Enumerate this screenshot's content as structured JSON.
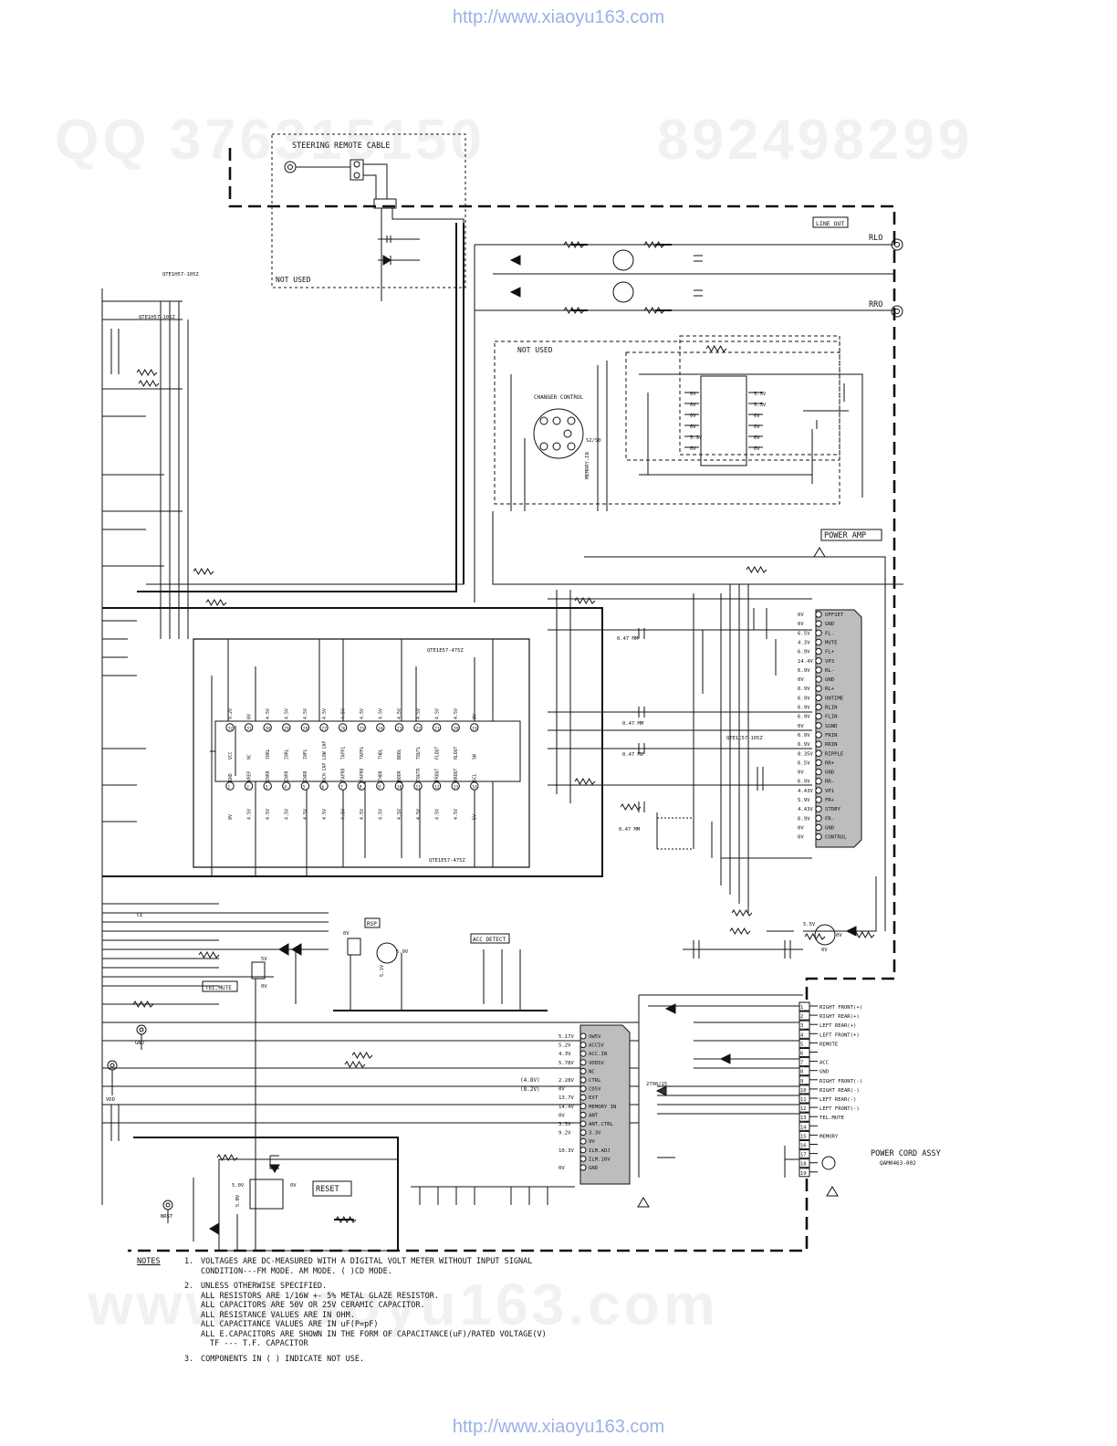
{
  "header_url": "http://www.xiaoyu163.com",
  "footer_url": "http://www.xiaoyu163.com",
  "watermarks": {
    "qq": "QQ 376315150",
    "phone": "892498299",
    "bottom": "www.xiaoyu163.com"
  },
  "labels": {
    "steering_remote_cable": "STEERING REMOTE CABLE",
    "not_used_1": "NOT USED",
    "not_used_2": "NOT USED",
    "line_out": "LINE OUT",
    "rlo": "RLO",
    "rro": "RRO",
    "changer_control": "CHANGER CONTROL",
    "power_amp": "POWER AMP",
    "reset": "RESET",
    "tel_mute": "TEL.MUTE",
    "rsp": "RSP",
    "acc_detect": "ACC DETECT",
    "power_cord_assy": "POWER CORD ASSY",
    "power_cord_part": "QAM0463-002",
    "gnd": "GND",
    "vdd": "VDD",
    "nrst": "NRST",
    "qte_top": "QTE1H57-105Z",
    "qte_top2": "QTE1H57-105Z",
    "qte_475_top": "QTE1E57-475Z",
    "qte_475_bot": "QTE1E57-475Z",
    "qte_pa": "QTE1C57-105Z",
    "mem_in": "MEMORY.IN",
    "s2_s0": "S2/S0",
    "cap_047a": "0.47 MM",
    "cap_047b": "0.47 MM",
    "cap_047c": "0.47 MM",
    "cap_047d": "0.47 MM",
    "chip_2700": "2700/15",
    "ce": "CE"
  },
  "amp_ic": {
    "top_pins": [
      "VCC",
      "NC",
      "INRL",
      "INRL",
      "INFL",
      "LOW CAP",
      "TAPFL",
      "TAPFL",
      "THOL",
      "BOOL",
      "TOUTL",
      "FLOUT",
      "RLOUT",
      "SW"
    ],
    "top_volts": [
      "9.2V",
      "0V",
      "4.5V",
      "4.5V",
      "4.5V",
      "4.5V",
      "4.5V",
      "4.5V",
      "4.5V",
      "4.5V",
      "4.5V",
      "4.5V",
      "4.5V",
      "0V"
    ],
    "top_nums": [
      "32",
      "31",
      "30",
      "29",
      "28",
      "27",
      "26",
      "25",
      "24",
      "23",
      "22",
      "21",
      "20",
      "19"
    ],
    "bot_pins": [
      "GND",
      "VREF",
      "INRR",
      "INRR",
      "INRR",
      "NCH CAP",
      "TAPRR",
      "TAPRR",
      "THOR",
      "BOOR",
      "TOUTR",
      "FROUT",
      "RROUT",
      "SCL"
    ],
    "bot_volts": [
      "0V",
      "4.5V",
      "4.5V",
      "4.5V",
      "4.5V",
      "4.5V",
      "4.5V",
      "4.5V",
      "4.5V",
      "4.5V",
      "4.5V",
      "4.5V",
      "4.5V",
      "5V"
    ],
    "bot_nums": [
      "1",
      "2",
      "3",
      "4",
      "5",
      "6",
      "7",
      "8",
      "9",
      "10",
      "11",
      "12",
      "13",
      "14"
    ]
  },
  "power_amp_pins": [
    {
      "v": "0V",
      "name": "OFFSET"
    },
    {
      "v": "0V",
      "name": "GND"
    },
    {
      "v": "6.5V",
      "name": "FL-"
    },
    {
      "v": "4.3V",
      "name": "MUTE"
    },
    {
      "v": "6.9V",
      "name": "FL+"
    },
    {
      "v": "14.4V",
      "name": "VP3"
    },
    {
      "v": "6.9V",
      "name": "RL-"
    },
    {
      "v": "0V",
      "name": "GND"
    },
    {
      "v": "6.9V",
      "name": "RL+"
    },
    {
      "v": "6.9V",
      "name": "ONTIME"
    },
    {
      "v": "6.9V",
      "name": "RLIN"
    },
    {
      "v": "6.9V",
      "name": "FLIN"
    },
    {
      "v": "0V",
      "name": "SGND"
    },
    {
      "v": "6.9V",
      "name": "FRIN"
    },
    {
      "v": "6.9V",
      "name": "RRIN"
    },
    {
      "v": "8.35V",
      "name": "RIPPLE"
    },
    {
      "v": "6.5V",
      "name": "RR+"
    },
    {
      "v": "0V",
      "name": "GND"
    },
    {
      "v": "6.9V",
      "name": "RR-"
    },
    {
      "v": "4.43V",
      "name": "VP1"
    },
    {
      "v": "5.9V",
      "name": "FR+"
    },
    {
      "v": "4.43V",
      "name": "STDBY"
    },
    {
      "v": "6.9V",
      "name": "FR-"
    },
    {
      "v": "0V",
      "name": "GND"
    },
    {
      "v": "0V",
      "name": "CONTROL"
    }
  ],
  "reg_pins": [
    {
      "v": "5.17V",
      "name": "SW5V"
    },
    {
      "v": "5.2V",
      "name": "ACC5V"
    },
    {
      "v": "4.3V",
      "name": "ACC.IN"
    },
    {
      "v": "5.78V",
      "name": "VDD5V"
    },
    {
      "v": "",
      "name": "NC"
    },
    {
      "v": "2.28V",
      "name": "CTRL"
    },
    {
      "v": "0V",
      "name": "CD5V"
    },
    {
      "v": "13.7V",
      "name": "EXT"
    },
    {
      "v": "14.4V",
      "name": "MEMORY IN"
    },
    {
      "v": "0V",
      "name": "ANT"
    },
    {
      "v": "3.3V",
      "name": "ANT.CTRL"
    },
    {
      "v": "9.2V",
      "name": "3.3V"
    },
    {
      "v": "",
      "name": "9V"
    },
    {
      "v": "10.3V",
      "name": "ILM.ADJ"
    },
    {
      "v": "",
      "name": "ILM.10V"
    },
    {
      "v": "0V",
      "name": "GND"
    }
  ],
  "reg_side": [
    "(4.8V)",
    "(8.2V)"
  ],
  "connector_pins": [
    {
      "n": "1",
      "name": "RIGHT FRONT(+)"
    },
    {
      "n": "2",
      "name": "RIGHT REAR(+)"
    },
    {
      "n": "3",
      "name": "LEFT REAR(+)"
    },
    {
      "n": "4",
      "name": "LEFT FRONT(+)"
    },
    {
      "n": "5",
      "name": "REMOTE"
    },
    {
      "n": "6",
      "name": ""
    },
    {
      "n": "7",
      "name": "ACC"
    },
    {
      "n": "8",
      "name": "GND"
    },
    {
      "n": "9",
      "name": "RIGHT FRONT(-)"
    },
    {
      "n": "10",
      "name": "RIGHT REAR(-)"
    },
    {
      "n": "11",
      "name": "LEFT REAR(-)"
    },
    {
      "n": "12",
      "name": "LEFT FRONT(-)"
    },
    {
      "n": "13",
      "name": "TEL.MUTE"
    },
    {
      "n": "14",
      "name": ""
    },
    {
      "n": "15",
      "name": "MEMORY"
    },
    {
      "n": "16",
      "name": ""
    },
    {
      "n": "17",
      "name": ""
    },
    {
      "n": "18",
      "name": ""
    },
    {
      "n": "19",
      "name": ""
    }
  ],
  "opamp_left_v": [
    "0V",
    "0V",
    "0V",
    "6V",
    "5.9V",
    "6V"
  ],
  "opamp_right_v": [
    "5.5V",
    "5.5V",
    "0V",
    "0V",
    "6V",
    "6V"
  ],
  "reset_v": [
    "5.0V",
    "0V",
    "5.0V"
  ],
  "misc_v": {
    "tel_5v": "5V",
    "tel_0v": "0V",
    "rsp_0v": "0V",
    "rsp_59": "5.9V",
    "rsp_51": "5.1V",
    "q_55": "5.5V",
    "q_0v": "0V",
    "q_0v2": "0V"
  },
  "notes": {
    "heading": "NOTES",
    "n1_num": "1.",
    "n1_a": "VOLTAGES ARE DC-MEASURED WITH A DIGITAL VOLT METER WITHOUT INPUT SIGNAL",
    "n1_b": "CONDITION---FM MODE.     AM MODE.  (  )CD MODE.",
    "n2_num": "2.",
    "n2_a": "UNLESS OTHERWISE SPECIFIED.",
    "n2_b": "ALL RESISTORS ARE 1/16W +- 5% METAL GLAZE RESISTOR.",
    "n2_c": "ALL CAPACITORS ARE 50V OR 25V CERAMIC CAPACITOR.",
    "n2_d": "ALL RESISTANCE VALUES ARE IN OHM.",
    "n2_e": "ALL CAPACITANCE VALUES ARE IN uF(P=pF)",
    "n2_f": "ALL E.CAPACITORS ARE SHOWN IN THE FORM OF CAPACITANCE(uF)/RATED VOLTAGE(V)",
    "n2_g": "TF --- T.F. CAPACITOR",
    "n3_num": "3.",
    "n3_a": "COMPONENTS IN (   ) INDICATE NOT USE."
  }
}
